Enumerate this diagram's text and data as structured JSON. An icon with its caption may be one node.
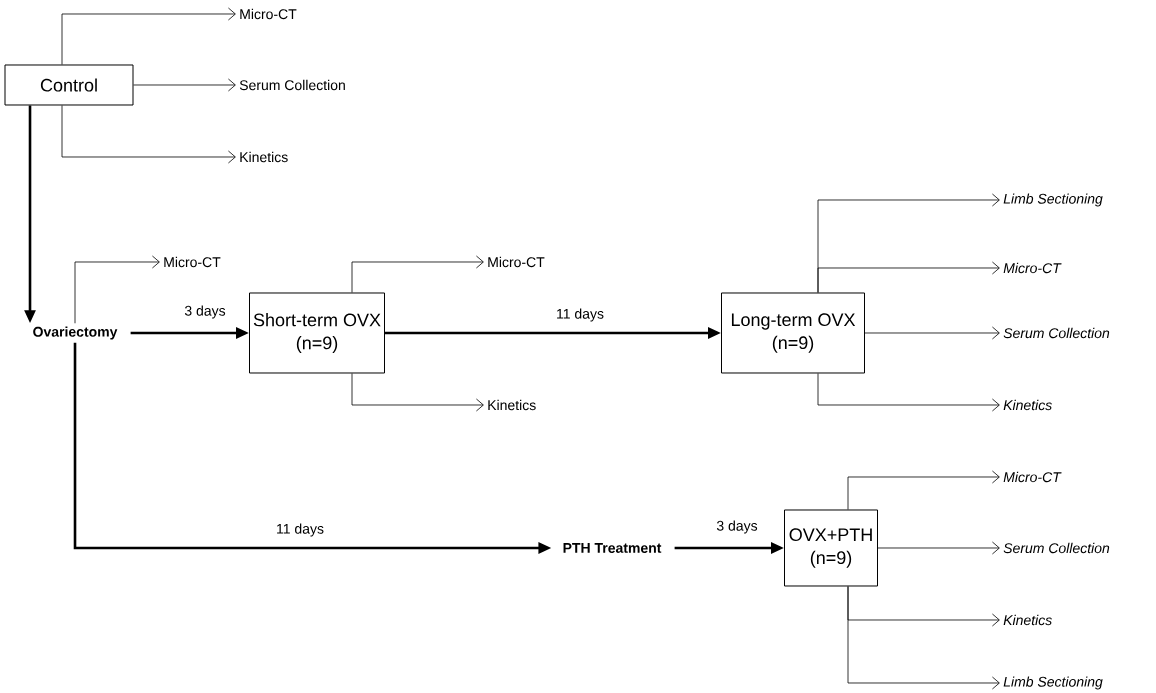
{
  "diagram": {
    "nodes": [
      {
        "text": [
          "Control"
        ]
      },
      {
        "text": [
          "Micro-CT"
        ]
      },
      {
        "text": [
          "Serum Collection"
        ]
      },
      {
        "text": [
          "Kinetics"
        ]
      },
      {
        "text": [
          "Ovariectomy"
        ]
      },
      {
        "text": [
          "Micro-CT"
        ]
      },
      {
        "text": [
          "Short-term OVX",
          "(n=9)"
        ]
      },
      {
        "text": [
          "Micro-CT"
        ]
      },
      {
        "text": [
          "Kinetics"
        ]
      },
      {
        "text": [
          "Long-term OVX",
          "(n=9)"
        ]
      },
      {
        "text": [
          "Limb Sectioning"
        ]
      },
      {
        "text": [
          "Micro-CT"
        ]
      },
      {
        "text": [
          "Serum Collection"
        ]
      },
      {
        "text": [
          "Kinetics"
        ]
      },
      {
        "text": [
          "PTH Treatment"
        ]
      },
      {
        "text": [
          "OVX+PTH",
          "(n=9)"
        ]
      },
      {
        "text": [
          "Micro-CT"
        ]
      },
      {
        "text": [
          "Serum Collection"
        ]
      },
      {
        "text": [
          "Kinetics"
        ]
      },
      {
        "text": [
          "Limb Sectioning"
        ]
      }
    ],
    "edges": [
      {
        "from": 0,
        "to": 1,
        "arrow": "to"
      },
      {
        "from": 0,
        "to": 2,
        "arrow": "to"
      },
      {
        "from": 0,
        "to": 3,
        "arrow": "to"
      },
      {
        "from": 0,
        "to": 4,
        "arrow": "to",
        "style": "thick"
      },
      {
        "from": 4,
        "to": 5,
        "arrow": "to"
      },
      {
        "from": 4,
        "to": 6,
        "arrow": "to",
        "style": "thick",
        "label": "3 days"
      },
      {
        "from": 4,
        "to": 14,
        "arrow": "to",
        "style": "thick",
        "label": "11 days"
      },
      {
        "from": 6,
        "to": 7,
        "arrow": "to"
      },
      {
        "from": 6,
        "to": 8,
        "arrow": "to"
      },
      {
        "from": 6,
        "to": 9,
        "arrow": "to",
        "style": "thick",
        "label": "11 days"
      },
      {
        "from": 9,
        "to": 10,
        "arrow": "to"
      },
      {
        "from": 9,
        "to": 11,
        "arrow": "to"
      },
      {
        "from": 9,
        "to": 12,
        "arrow": "to"
      },
      {
        "from": 9,
        "to": 13,
        "arrow": "to"
      },
      {
        "from": 14,
        "to": 15,
        "arrow": "to",
        "style": "thick",
        "label": "3 days"
      },
      {
        "from": 15,
        "to": 16,
        "arrow": "to"
      },
      {
        "from": 15,
        "to": 17,
        "arrow": "to"
      },
      {
        "from": 15,
        "to": 18,
        "arrow": "to"
      },
      {
        "from": 15,
        "to": 19,
        "arrow": "to"
      }
    ]
  }
}
